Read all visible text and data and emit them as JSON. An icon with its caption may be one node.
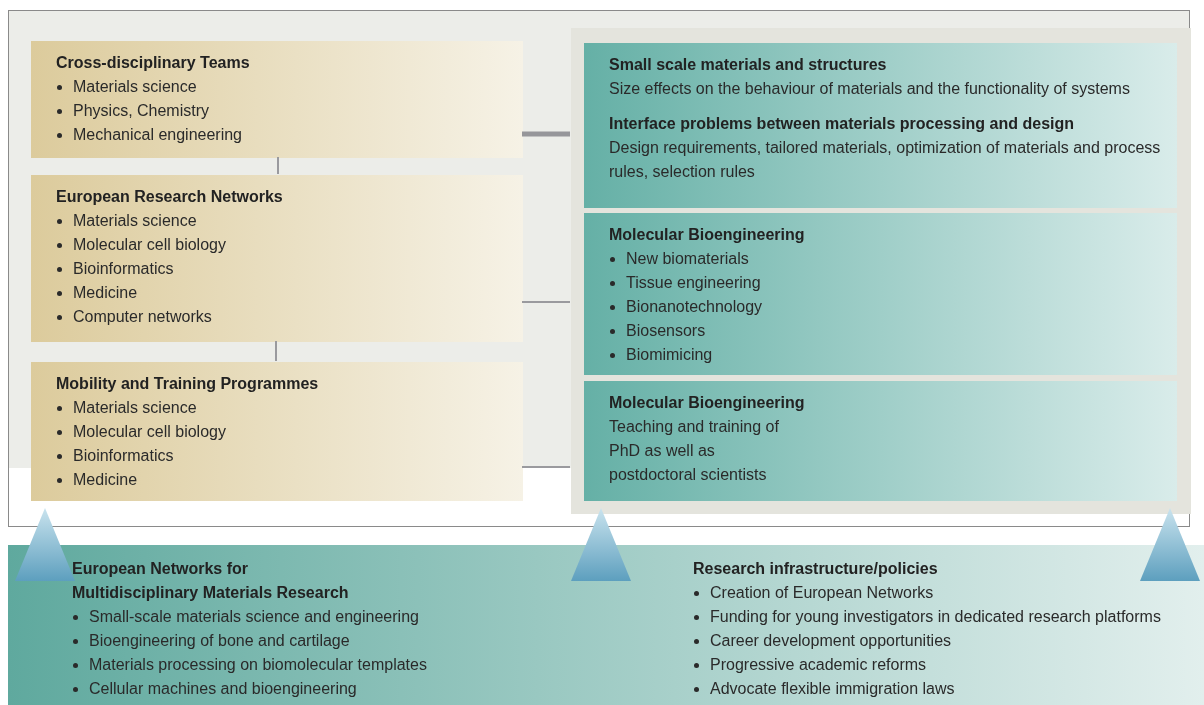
{
  "diagram": {
    "nodes": [
      {
        "text": [],
        "shape": "box"
      },
      {
        "text": [
          "Cross-disciplinary Teams",
          "Materials science",
          "Physics, Chemistry",
          "Mechanical engineering"
        ],
        "in": 0
      },
      {
        "text": [
          "European Research Networks",
          "Materials science",
          "Molecular cell biology",
          "Bioinformatics",
          "Medicine",
          "Computer networks"
        ],
        "in": 0
      },
      {
        "text": [
          "Mobility and Training Programmes",
          "Materials science",
          "Molecular cell biology",
          "Bioinformatics",
          "Medicine"
        ],
        "in": 0
      },
      {
        "text": [],
        "shape": "box",
        "in": 0
      },
      {
        "text": [
          "Small scale materials and structures",
          "Size effects on the behaviour of materials and the functionality of systems",
          "Interface problems between materials processing and design",
          "Design requirements, tailored materials, optimization of materials and process rules, selection rules"
        ],
        "in": 4
      },
      {
        "text": [
          "Molecular Bioengineering",
          "New biomaterials",
          "Tissue engineering",
          "Bionanotechnology",
          "Biosensors",
          "Biomimicing"
        ],
        "in": 4
      },
      {
        "text": [
          "Molecular Bioengineering",
          "Teaching and training of PhD as well as postdoctoral scientists"
        ],
        "in": 4
      },
      {
        "text": [
          "European Networks for Multidisciplinary Materials Research",
          "Small-scale materials science and engineering",
          "Bioengineering of bone and cartilage",
          "Materials processing on biomolecular templates",
          "Cellular machines and bioengineering",
          "Research infrastructure/policies",
          "Creation of European Networks",
          "Funding for young investigators in dedicated research platforms",
          "Career development opportunities",
          "Progressive academic reforms",
          "Advocate flexible immigration laws"
        ]
      },
      {
        "text": [],
        "shape": "triangle"
      },
      {
        "text": [],
        "shape": "triangle"
      },
      {
        "text": [],
        "shape": "triangle"
      }
    ],
    "edges": [
      {
        "from": 1,
        "to": 2,
        "arrow": "none"
      },
      {
        "from": 2,
        "to": 3,
        "arrow": "none"
      },
      {
        "from": 1,
        "to": 4,
        "arrow": "none",
        "style": "thick"
      },
      {
        "from": 2,
        "to": 4,
        "arrow": "none"
      },
      {
        "from": 3,
        "to": 4,
        "arrow": "none"
      }
    ]
  }
}
